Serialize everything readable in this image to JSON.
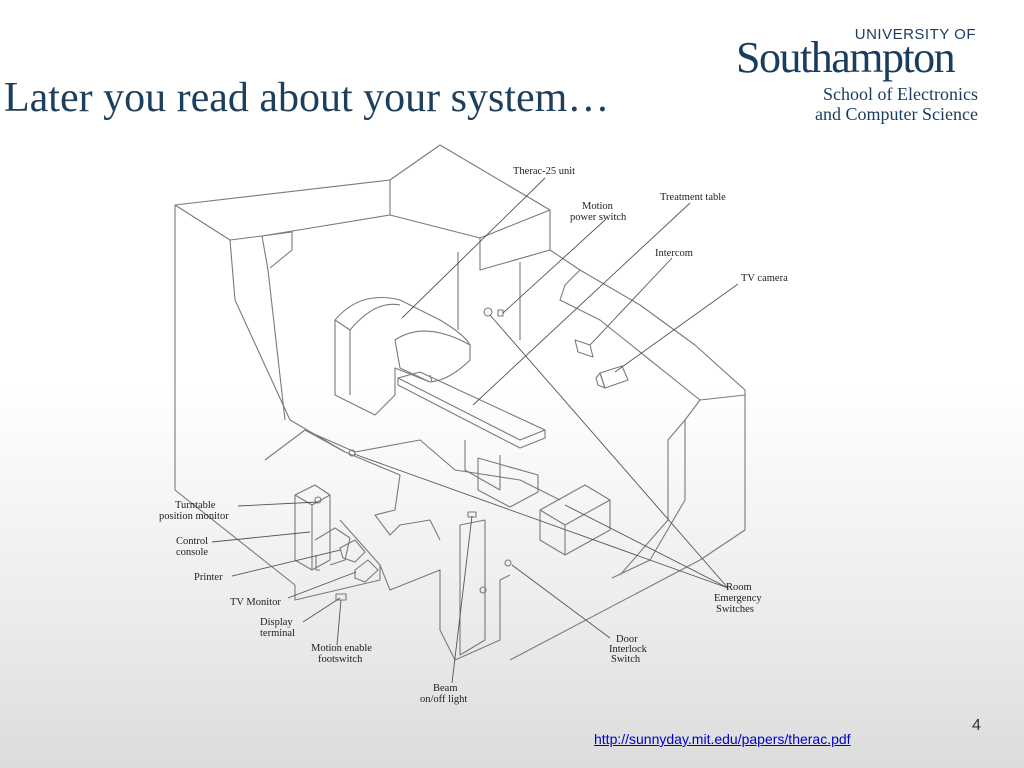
{
  "slide": {
    "title": "Later you read about your system…",
    "page_number": "4",
    "source_link": "http://sunnyday.mit.edu/papers/therac.pdf"
  },
  "logo": {
    "university": "UNIVERSITY OF",
    "name": "Southampton",
    "school_line1": "School of Electronics",
    "school_line2": "and Computer Science"
  },
  "diagram": {
    "labels": {
      "therac_unit": "Therac-25 unit",
      "motion_power_switch_1": "Motion",
      "motion_power_switch_2": "power switch",
      "treatment_table": "Treatment table",
      "intercom": "Intercom",
      "tv_camera": "TV camera",
      "turntable_1": "Turntable",
      "turntable_2": "position monitor",
      "control_console_1": "Control",
      "control_console_2": "console",
      "printer": "Printer",
      "tv_monitor": "TV Monitor",
      "display_terminal_1": "Display",
      "display_terminal_2": "terminal",
      "motion_enable_1": "Motion enable",
      "motion_enable_2": "footswitch",
      "beam_light_1": "Beam",
      "beam_light_2": "on/off light",
      "door_interlock_1": "Door",
      "door_interlock_2": "Interlock",
      "door_interlock_3": "Switch",
      "room_emergency_1": "Room",
      "room_emergency_2": "Emergency",
      "room_emergency_3": "Switches"
    }
  },
  "colors": {
    "title": "#1d3f5c",
    "logo": "#1a3c5e",
    "link": "#0000cc",
    "line": "#777777"
  }
}
